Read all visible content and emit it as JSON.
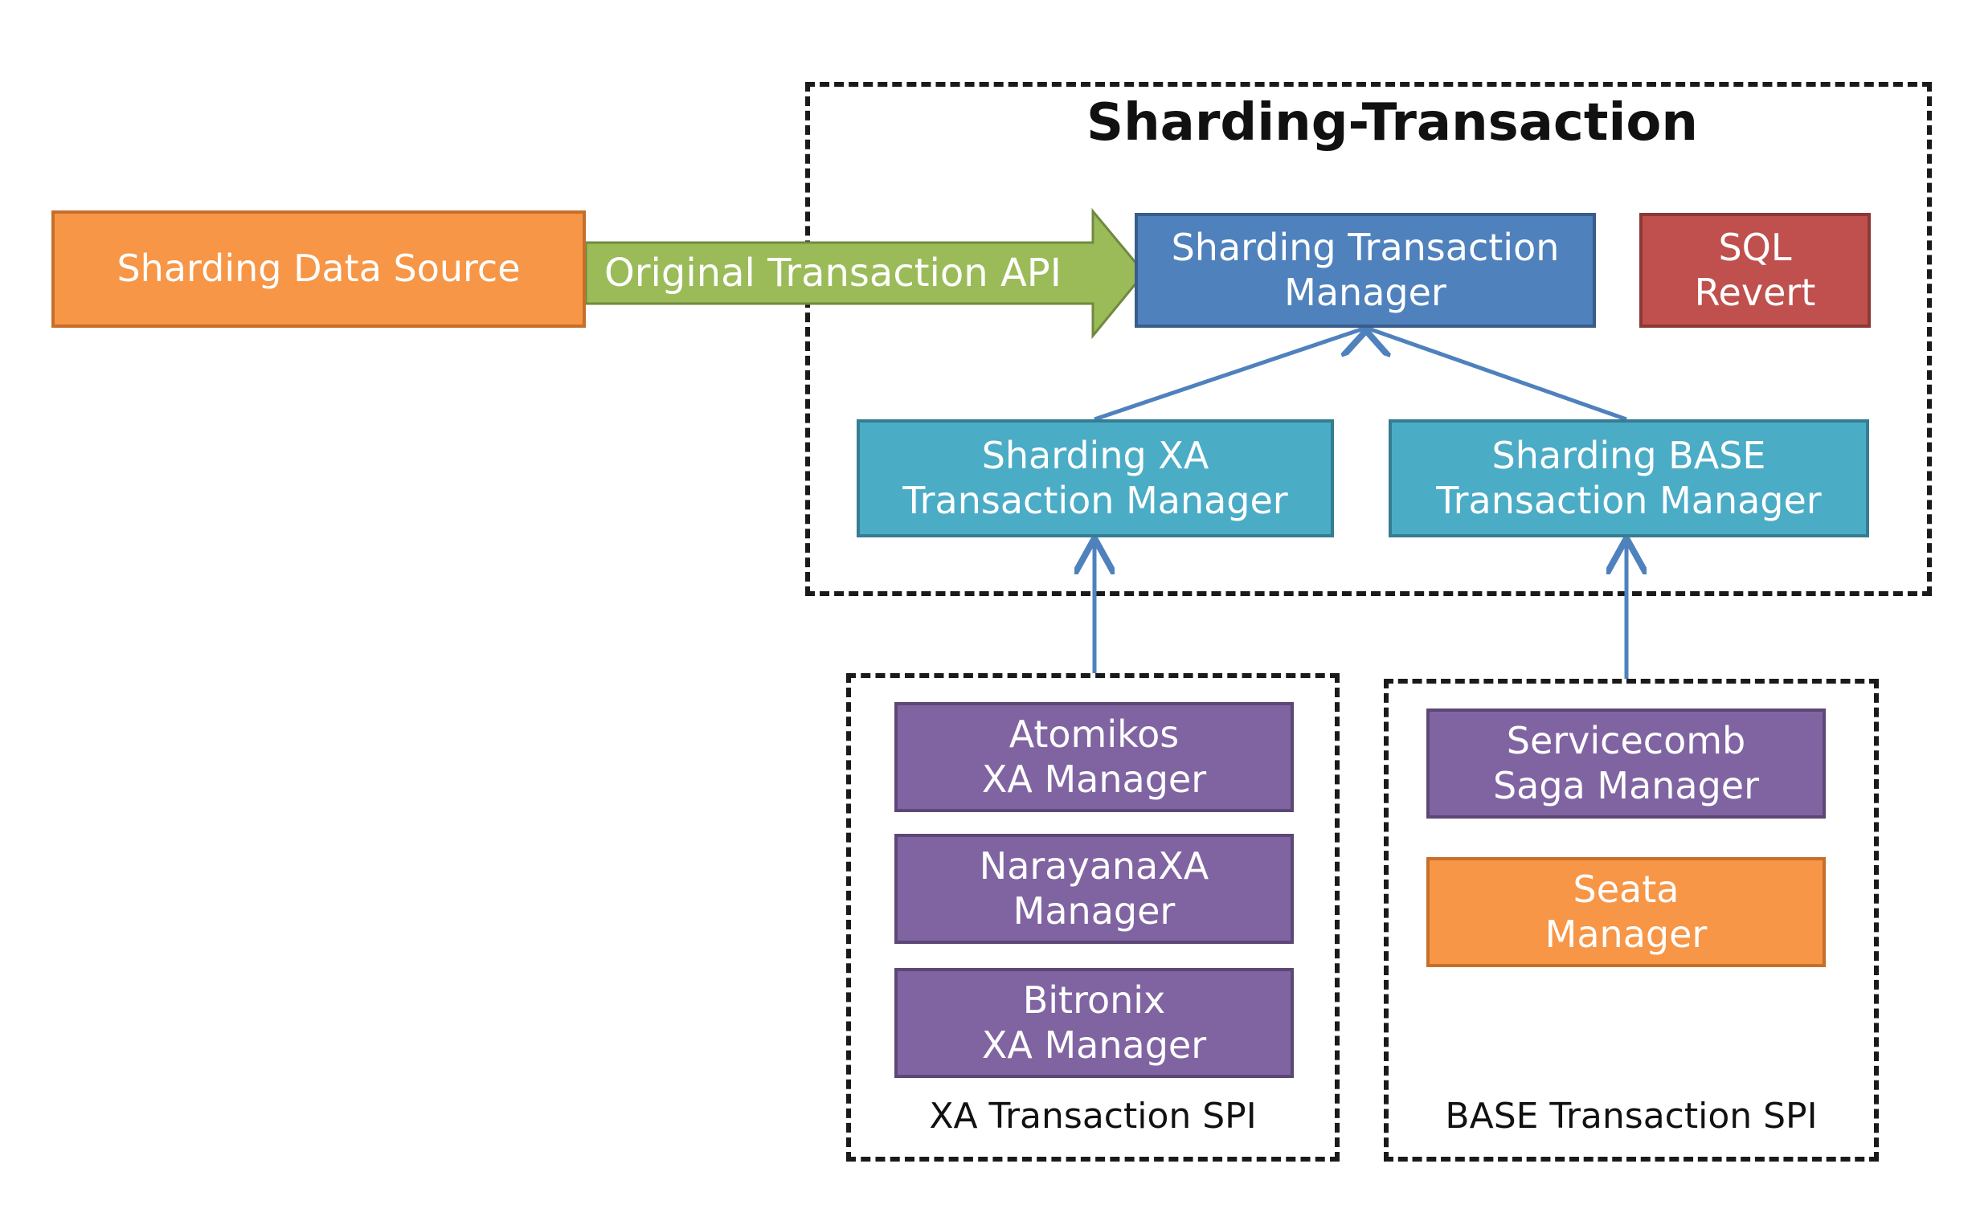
{
  "title": "Sharding-Transaction",
  "colors": {
    "orange": "#f79646",
    "blue": "#4f81bd",
    "red": "#c0504d",
    "cyan": "#4bacc6",
    "purple": "#8064a2",
    "green_arrow": "#9bbb59",
    "connector": "#4f81bd"
  },
  "nodes": {
    "data_source": "Sharding Data Source",
    "arrow_api": "Original Transaction API",
    "tx_manager": "Sharding Transaction\nManager",
    "sql_revert": "SQL\nRevert",
    "xa_manager": "Sharding XA\nTransaction Manager",
    "base_manager": "Sharding BASE\nTransaction Manager",
    "atomikos": "Atomikos\nXA Manager",
    "narayana": "NarayanaXA\nManager",
    "bitronix": "Bitronix\nXA Manager",
    "servicecomb": "Servicecomb\nSaga Manager",
    "seata": "Seata\nManager"
  },
  "captions": {
    "xa_spi": "XA Transaction SPI",
    "base_spi": "BASE Transaction SPI"
  }
}
